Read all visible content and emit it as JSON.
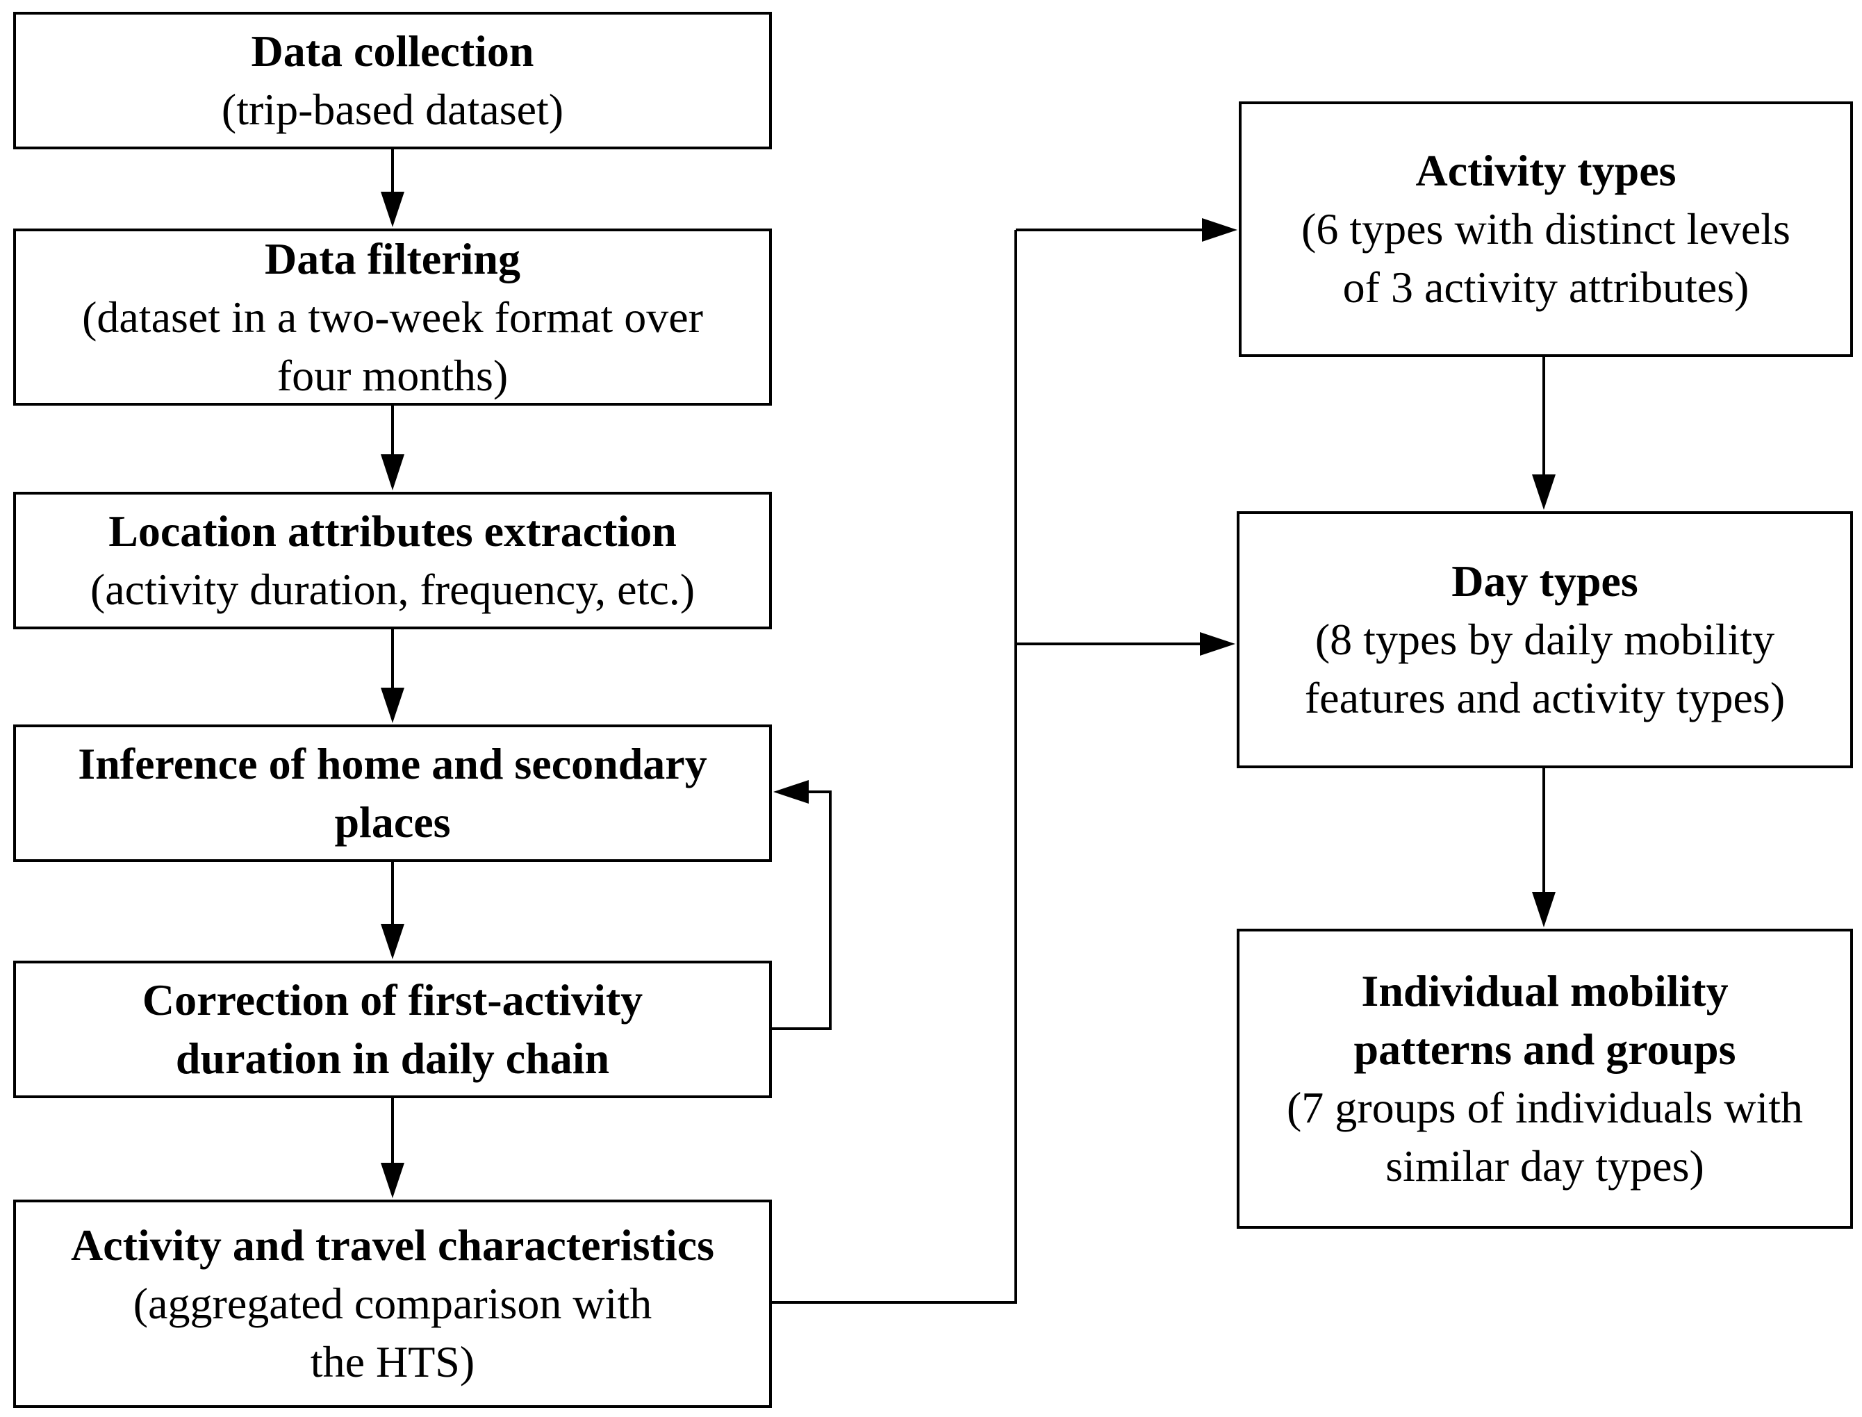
{
  "diagram": {
    "left_column": [
      {
        "id": "data-collection",
        "title": "Data collection",
        "subtitle": "(trip-based dataset)"
      },
      {
        "id": "data-filtering",
        "title": "Data filtering",
        "subtitle": "(dataset in a two-week format over\nfour months)"
      },
      {
        "id": "location-attributes",
        "title": "Location attributes extraction",
        "subtitle": "(activity duration, frequency, etc.)"
      },
      {
        "id": "inference",
        "title": "Inference of home and secondary\nplaces",
        "subtitle": ""
      },
      {
        "id": "correction",
        "title": "Correction of first-activity\nduration in daily chain",
        "subtitle": ""
      },
      {
        "id": "activity-travel",
        "title": "Activity and travel characteristics",
        "subtitle": "(aggregated comparison with\nthe HTS)"
      }
    ],
    "right_column": [
      {
        "id": "activity-types",
        "title": "Activity types",
        "subtitle": "(6 types with distinct levels\nof 3 activity attributes)"
      },
      {
        "id": "day-types",
        "title": "Day types",
        "subtitle": "(8 types by daily mobility\nfeatures and activity types)"
      },
      {
        "id": "individual-patterns",
        "title": "Individual mobility\npatterns and groups",
        "subtitle": "(7 groups of individuals with\nsimilar day types)"
      }
    ],
    "connections": [
      {
        "from": "data-collection",
        "to": "data-filtering"
      },
      {
        "from": "data-filtering",
        "to": "location-attributes"
      },
      {
        "from": "location-attributes",
        "to": "inference"
      },
      {
        "from": "inference",
        "to": "correction"
      },
      {
        "from": "correction",
        "to": "inference"
      },
      {
        "from": "correction",
        "to": "activity-travel"
      },
      {
        "from": "activity-travel",
        "to": "activity-types"
      },
      {
        "from": "activity-travel",
        "to": "day-types"
      },
      {
        "from": "activity-types",
        "to": "day-types"
      },
      {
        "from": "day-types",
        "to": "individual-patterns"
      }
    ]
  },
  "colors": {
    "line": "#000000",
    "box_border": "#000000",
    "background": "#ffffff"
  }
}
